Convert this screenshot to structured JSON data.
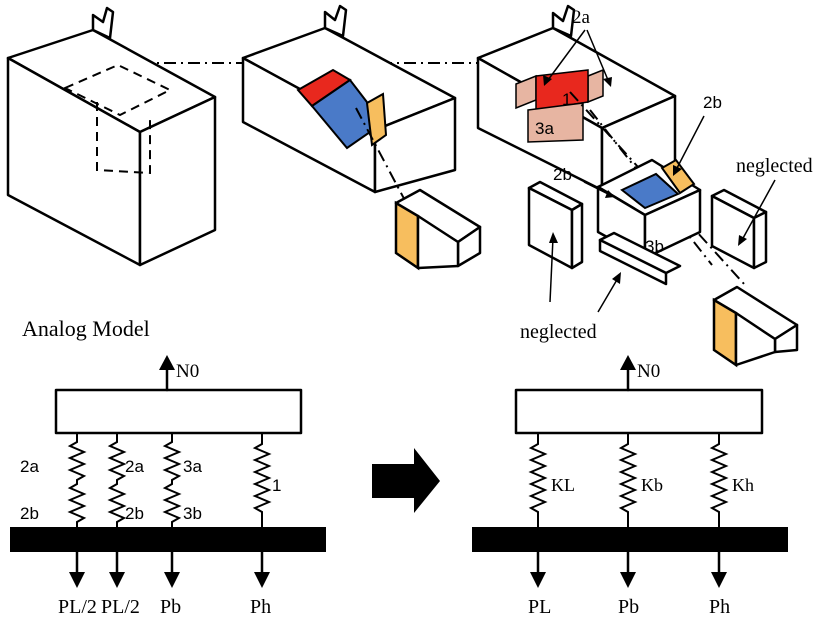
{
  "colors": {
    "red": "#e8281e",
    "blue": "#4a7ac8",
    "orange": "#f7be5e",
    "pink": "#e7b5a2",
    "outline": "#000000",
    "ground": "#000000"
  },
  "top": {
    "labels": {
      "label_2a_top": "2a",
      "label_1": "1",
      "label_3a": "3a",
      "label_2b_right": "2b",
      "label_2b_left": "2b",
      "label_3b": "3b",
      "neglected_right": "neglected",
      "neglected_bottom": "neglected"
    }
  },
  "analog": {
    "title": "Analog Model",
    "left": {
      "force_label": "N0",
      "springs": [
        {
          "top": "2a",
          "bottom": "2b"
        },
        {
          "top": "2a",
          "bottom": "2b"
        },
        {
          "top": "3a",
          "bottom": "3b"
        },
        {
          "top": "1",
          "bottom": ""
        }
      ],
      "loads": [
        "PL/2",
        "PL/2",
        "Pb",
        "Ph"
      ]
    },
    "right": {
      "force_label": "N0",
      "springs": [
        "KL",
        "Kb",
        "Kh"
      ],
      "loads": [
        "PL",
        "Pb",
        "Ph"
      ]
    }
  }
}
